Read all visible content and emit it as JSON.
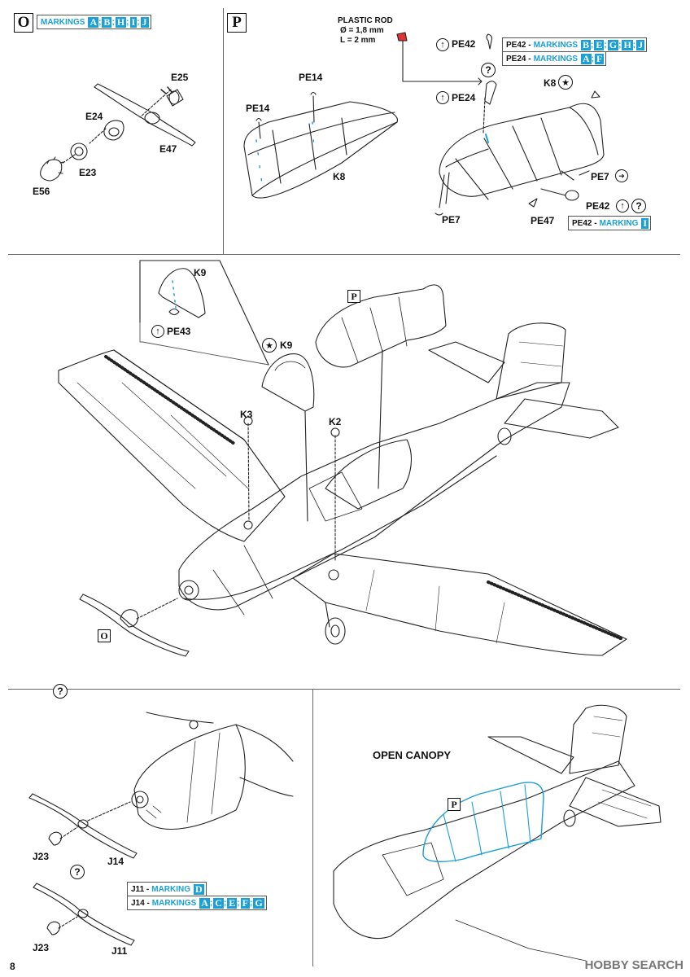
{
  "page_number": "8",
  "steps": {
    "o": "O",
    "p": "P",
    "question": "?"
  },
  "markings_o": {
    "prefix": "",
    "word": "MARKINGS",
    "letters": [
      "A",
      "B",
      "H",
      "I",
      "J"
    ]
  },
  "markings_pe42": {
    "prefix": "PE42 -",
    "word": "MARKINGS",
    "letters": [
      "B",
      "E",
      "G",
      "H",
      "J"
    ]
  },
  "markings_pe24": {
    "prefix": "PE24 -",
    "word": "MARKINGS",
    "letters": [
      "A",
      "F"
    ]
  },
  "markings_pe42b": {
    "prefix": "PE42 -",
    "word": "MARKING",
    "letters": [
      "I"
    ]
  },
  "markings_j11": {
    "prefix": "J11 -",
    "word": "MARKING",
    "letters": [
      "D"
    ]
  },
  "markings_j14": {
    "prefix": "J14 -",
    "word": "MARKINGS",
    "letters": [
      "A",
      "C",
      "E",
      "F",
      "G"
    ]
  },
  "plastic_rod": {
    "title": "PLASTIC ROD",
    "diameter": "Ø = 1,8 mm",
    "length": "L = 2 mm"
  },
  "parts": {
    "e25": "E25",
    "e24": "E24",
    "e47": "E47",
    "e23": "E23",
    "e56": "E56",
    "pe14a": "PE14",
    "pe14b": "PE14",
    "k8a": "K8",
    "pe42a": "PE42",
    "pe24": "PE24",
    "k8b": "K8",
    "pe7a": "PE7",
    "pe7b": "PE7",
    "pe42b": "PE42",
    "pe47": "PE47",
    "k9a": "K9",
    "pe43": "PE43",
    "k9b": "K9",
    "k3": "K3",
    "k2": "K2",
    "j23a": "J23",
    "j14": "J14",
    "j23b": "J23",
    "j11": "J11"
  },
  "open_canopy": "OPEN CANOPY",
  "logo": "HOBBY SEARCH",
  "colors": {
    "accent": "#1a9fd6",
    "line": "#222222",
    "frame": "#666666"
  }
}
